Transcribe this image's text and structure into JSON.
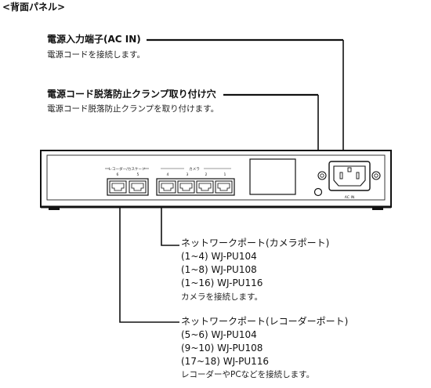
{
  "section_title": "<背面パネル>",
  "callouts": {
    "power": {
      "title": "電源入力端子(AC IN)",
      "desc": "電源コードを接続します。"
    },
    "clamp": {
      "title": "電源コード脱落防止クランプ取り付け穴",
      "desc": "電源コード脱落防止クランプを取り付けます。"
    },
    "camera_ports": {
      "title": "ネットワークポート(カメラポート)",
      "lines": [
        "(1~4) WJ-PU104",
        "(1~8) WJ-PU108",
        "(1~16) WJ-PU116"
      ],
      "desc": "カメラを接続します。"
    },
    "recorder_ports": {
      "title": "ネットワークポート(レコーダーポート)",
      "lines": [
        "(5~6)  WJ-PU104",
        "(9~10)  WJ-PU108",
        "(17~18) WJ-PU116"
      ],
      "desc": "レコーダーやPCなどを接続します。"
    }
  },
  "panel": {
    "recorder_group_label": "レコーダー/カスケード",
    "recorder_port_numbers": [
      "6",
      "5"
    ],
    "camera_group_label": "カメラ",
    "camera_port_numbers": [
      "4",
      "3",
      "2",
      "1"
    ],
    "ac_in_label": "AC IN"
  }
}
